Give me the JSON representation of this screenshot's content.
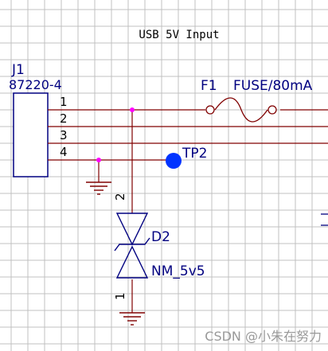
{
  "title": "USB 5V Input",
  "connector": {
    "ref": "J1",
    "part": "87220-4",
    "pins": [
      "1",
      "2",
      "3",
      "4"
    ]
  },
  "fuse": {
    "ref": "F1",
    "value": "FUSE/80mA"
  },
  "testpoint": {
    "ref": "TP2"
  },
  "diode": {
    "ref": "D2",
    "value": "NM_5v5",
    "pin_top": "2",
    "pin_bottom": "1"
  },
  "watermark": "CSDN @小朱在努力",
  "colors": {
    "wire": "#800000",
    "symbol": "#000080",
    "junction": "#ff00ff",
    "label": "#000080",
    "grid": "#c0c0c0",
    "testpoint_fill": "#0033ff"
  }
}
